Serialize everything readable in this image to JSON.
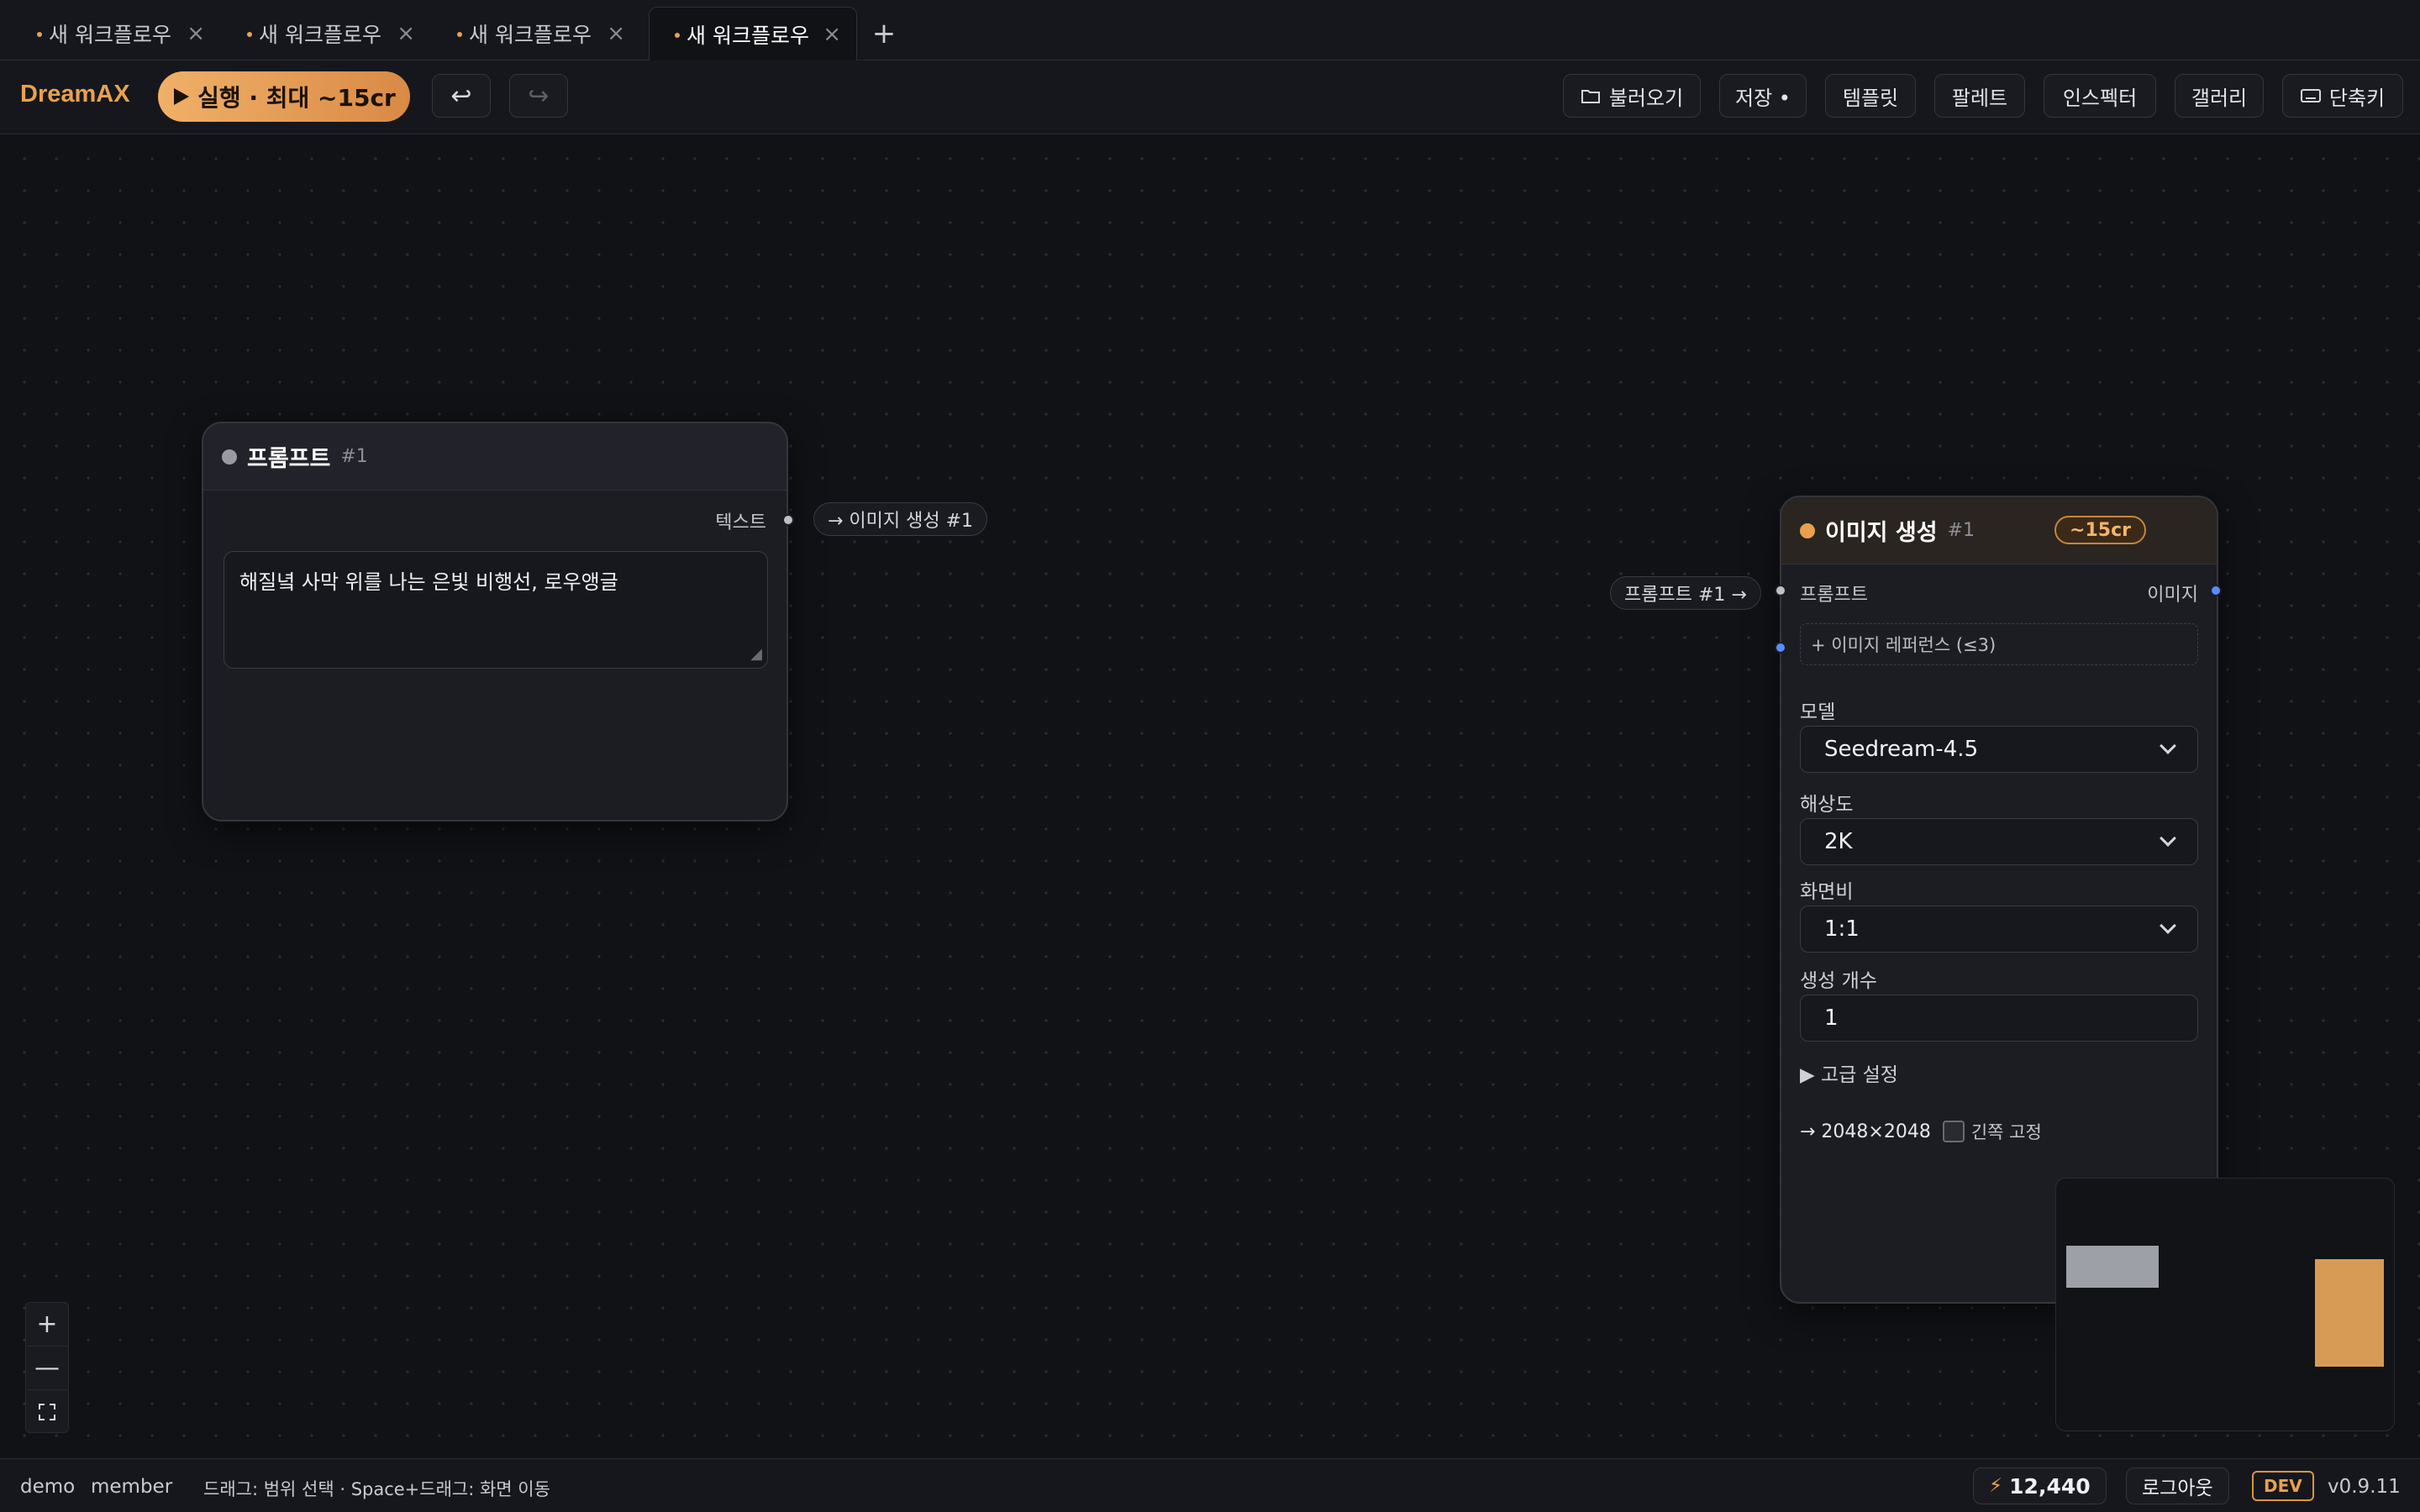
{
  "tabs": [
    {
      "label": "새 워크플로우",
      "close": "×"
    },
    {
      "label": "새 워크플로우",
      "close": "×"
    },
    {
      "label": "새 워크플로우",
      "close": "×"
    },
    {
      "label": "새 워크플로우",
      "close": "×"
    }
  ],
  "tab_add": "+",
  "toolbar": {
    "brand": "DreamAX",
    "run_label": "실행 · 최대 ~15cr",
    "undo_icon": "↩",
    "redo_icon": "↪",
    "load_label": "불러오기",
    "save_label": "저장 •",
    "templates_label": "템플릿",
    "palette_label": "팔레트",
    "inspector_label": "인스펙터",
    "gallery_label": "갤러리",
    "shortcuts_label": "단축키"
  },
  "prompt_node": {
    "title": "프롬프트",
    "id": "#1",
    "output_label": "텍스트",
    "connection_chip": "→ 이미지 생성 #1",
    "text": "해질녘 사막 위를 나는 은빛 비행선, 로우앵글"
  },
  "gen_node": {
    "title": "이미지 생성",
    "id": "#1",
    "cost": "~15cr",
    "input_chip": "프롬프트 #1 →",
    "input_label": "프롬프트",
    "output_label": "이미지",
    "image_ref": "+ 이미지 레퍼런스 (≤3)",
    "model_label": "모델",
    "model_value": "Seedream-4.5",
    "resolution_label": "해상도",
    "resolution_value": "2K",
    "aspect_label": "화면비",
    "aspect_value": "1:1",
    "count_label": "생성 개수",
    "count_value": "1",
    "advanced_label": "▶ 고급 설정",
    "output_size": "→ 2048×2048",
    "lock_label": "긴쪽 고정"
  },
  "zoom": {
    "in": "+",
    "out": "—",
    "fit": "⛶"
  },
  "statusbar": {
    "user": "demo",
    "role": "member",
    "hint": "드래그: 범위 선택 · Space+드래그: 화면 이동",
    "credits_icon": "⚡",
    "credits": "12,440",
    "logout": "로그아웃",
    "env": "DEV",
    "version": "v0.9.11"
  },
  "colors": {
    "accent": "#e8a14f",
    "background": "#111216",
    "port_blue": "#5b8cff"
  }
}
